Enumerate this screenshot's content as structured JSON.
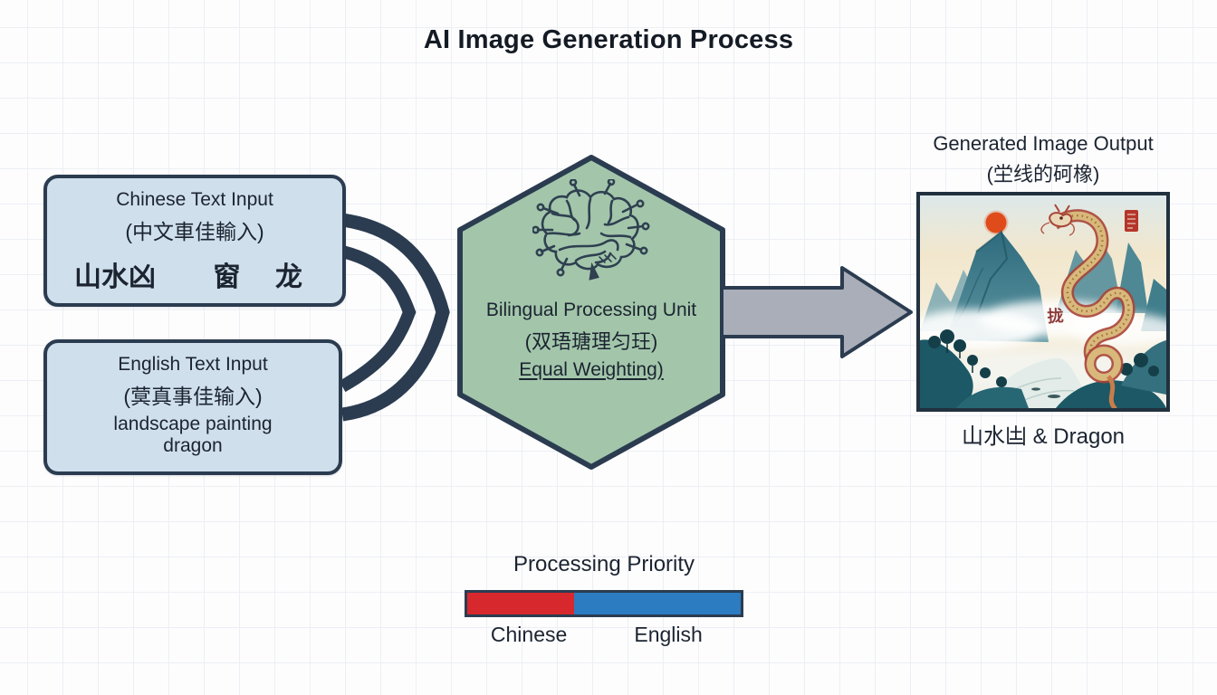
{
  "title": "AI Image Generation Process",
  "inputs": {
    "chinese": {
      "title": "Chinese Text Input",
      "subtitle": "(中文車佳輸入)",
      "calligraphy_left": "山水凶",
      "calligraphy_right": "窗 龙"
    },
    "english": {
      "title": "English Text Input",
      "subtitle": "(蓂真事佳输入)",
      "line1": "landscape painting",
      "line2": "dragon"
    }
  },
  "processor": {
    "title": "Bilingual Processing Unit",
    "subtitle": "(双珸瑭理匀玨)",
    "note": "Equal Weighting)",
    "icon": "circuit-brain-icon"
  },
  "output": {
    "label_line1": "Generated Image Output",
    "label_line2": "(坣线的砢橡)",
    "caption": "山水凷 & Dragon",
    "painting_glyph": "拢",
    "painting_description": "Chinese ink landscape: teal mountains in mist, river, red sun, red seal stamp, golden dragon coiling down the right side"
  },
  "legend": {
    "title": "Processing Priority",
    "segments": [
      {
        "label": "Chinese",
        "color": "#d7282d",
        "fraction": 0.39
      },
      {
        "label": "English",
        "color": "#2b7cc0",
        "fraction": 0.61
      }
    ]
  },
  "colors": {
    "input_box_fill": "#cfdfeb",
    "node_fill": "#a3c6ab",
    "outline_dark": "#2b3c50",
    "arrow_gray": "#a9aeb9",
    "priority_red": "#d7282d",
    "priority_blue": "#2b7cc0"
  }
}
